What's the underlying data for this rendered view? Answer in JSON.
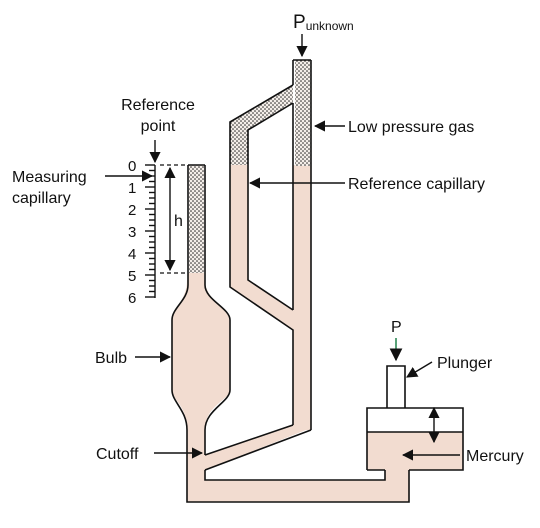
{
  "labels": {
    "p_unknown_main": "P",
    "p_unknown_sub": "unknown",
    "low_pressure_gas": "Low pressure gas",
    "reference_point_line1": "Reference",
    "reference_point_line2": "point",
    "measuring_capillary_line1": "Measuring",
    "measuring_capillary_line2": "capillary",
    "reference_capillary": "Reference capillary",
    "h": "h",
    "bulb": "Bulb",
    "cutoff": "Cutoff",
    "p": "P",
    "plunger": "Plunger",
    "mercury": "Mercury"
  },
  "scale": {
    "ticks": [
      "0",
      "1",
      "2",
      "3",
      "4",
      "5",
      "6"
    ]
  },
  "colors": {
    "mercury": "#f2dcd0",
    "outline": "#111111",
    "gas_dots": "#222222",
    "arrow_green": "#2e8b57"
  }
}
